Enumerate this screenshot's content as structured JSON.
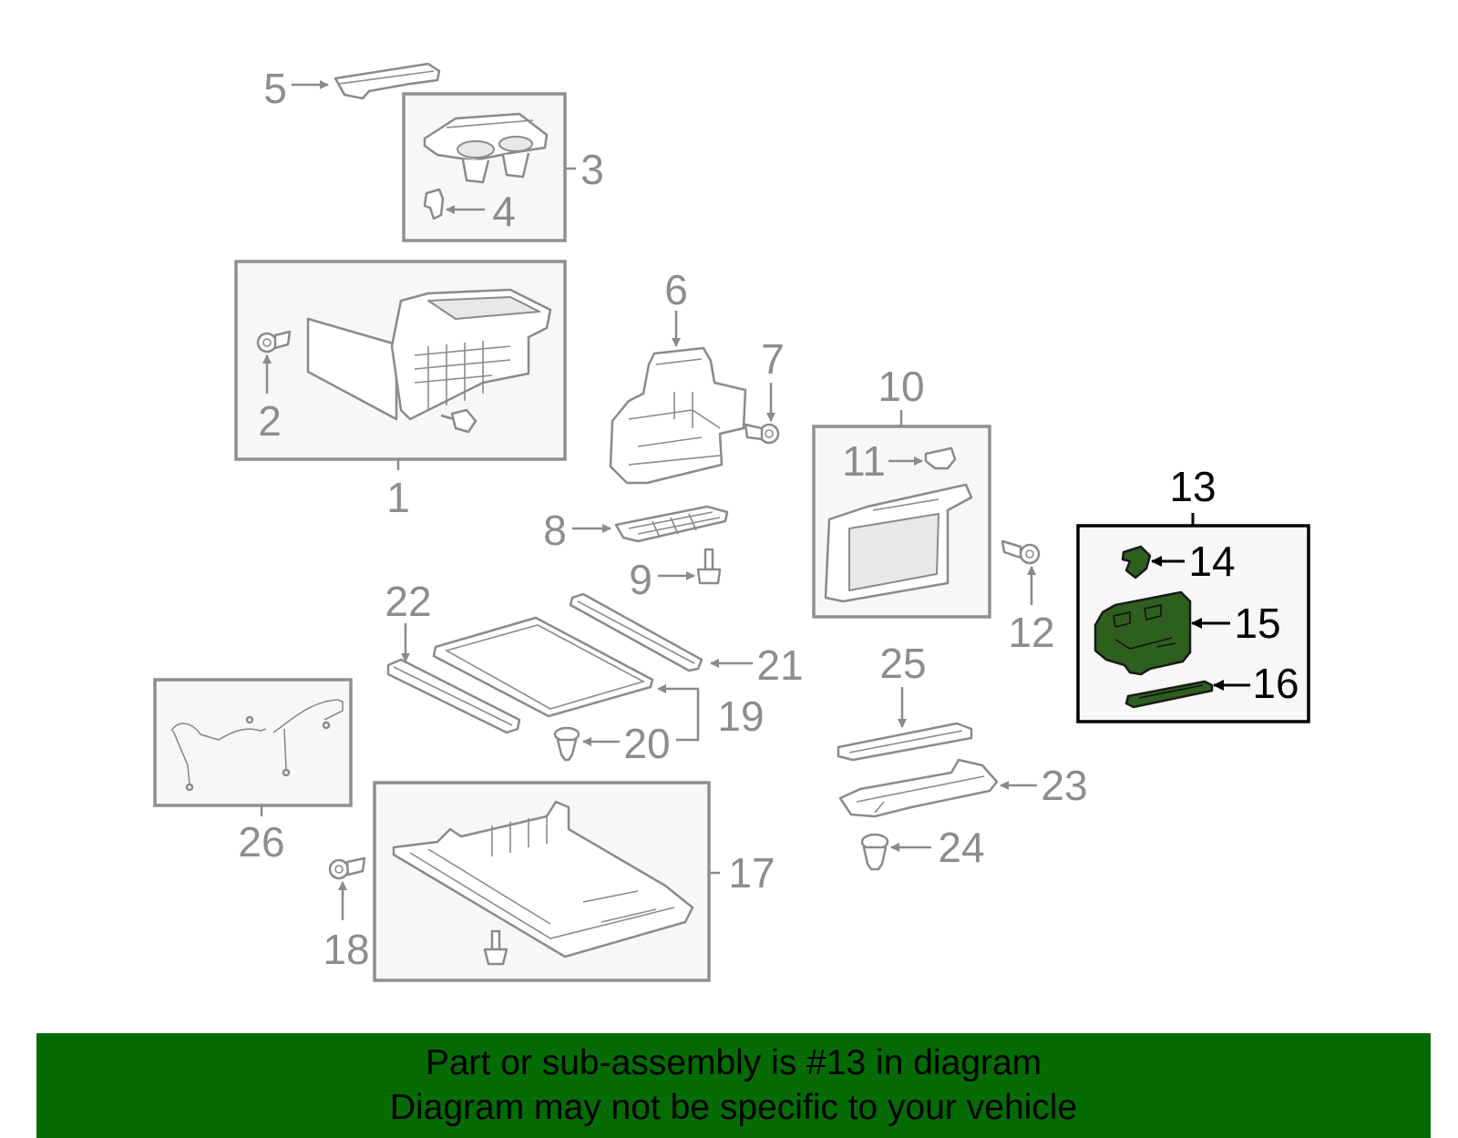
{
  "diagram": {
    "callouts": [
      "1",
      "2",
      "3",
      "4",
      "5",
      "6",
      "7",
      "8",
      "9",
      "10",
      "11",
      "12",
      "13",
      "14",
      "15",
      "16",
      "17",
      "18",
      "19",
      "20",
      "21",
      "22",
      "23",
      "24",
      "25",
      "26"
    ],
    "highlighted_callout": "13",
    "colors": {
      "highlight": "#2f5f1f",
      "footer_background": "#056b05",
      "line_gray": "#8a8a8a"
    }
  },
  "footer": {
    "line1": "Part or sub-assembly is #13 in diagram",
    "line2": "Diagram may not be specific to your vehicle"
  }
}
